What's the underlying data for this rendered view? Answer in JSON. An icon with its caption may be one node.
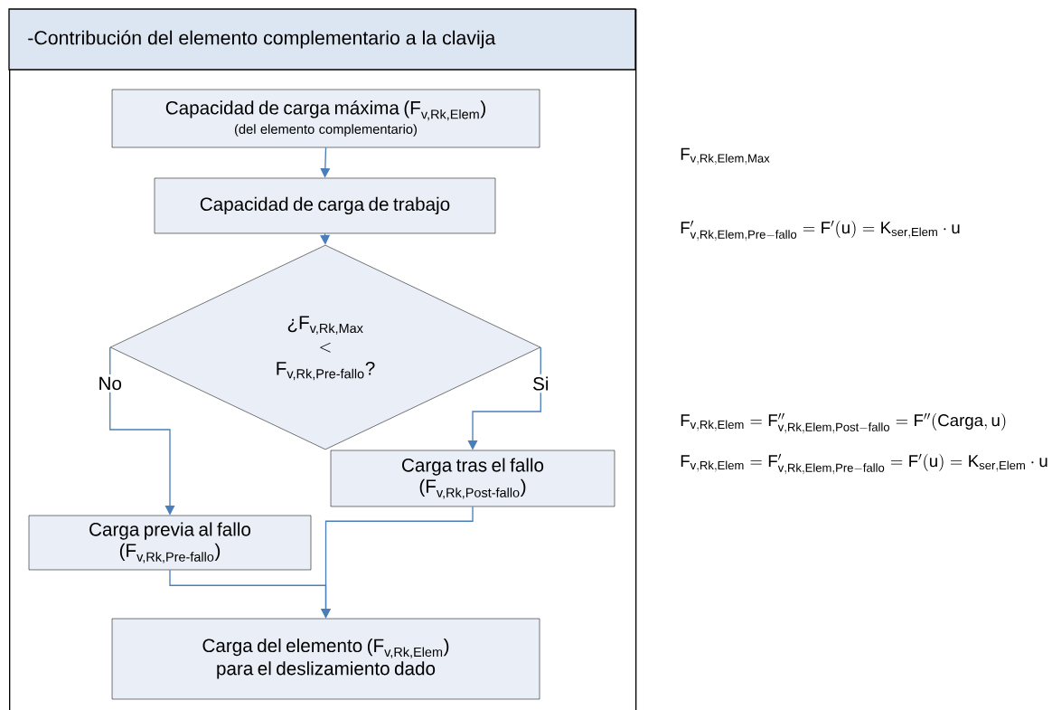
{
  "diagram": {
    "nodes": [
      {
        "text": [
          "-Contribución del elemento complementario a la clavija"
        ]
      },
      {
        "text": [
          "\\text{Capacidad de carga máxima (F}_{\\text{v,Rk,Elem}}\\text{)}",
          "(del elemento complementario)"
        ],
        "in": 0
      },
      {
        "text": [
          "Capacidad de carga de trabajo"
        ],
        "in": 0
      },
      {
        "text": [
          "\\begin{array}{c}\\text{¿F}_{\\text{v,Rk,Max}}\\\\ < \\\\ \\text{F}_{\\text{v,Rk,Pre-fallo}}\\text{?}\\end{array}"
        ],
        "in": 0
      },
      {
        "text": [
          "Carga tras el fallo",
          "\\text{(F}_{\\text{v,Rk,Post-fallo}}\\text{)}"
        ],
        "in": 0
      },
      {
        "text": [
          "Carga previa al fallo",
          "\\text{(F}_{\\text{v,Rk,Pre-fallo}}\\text{)}"
        ],
        "in": 0
      },
      {
        "text": [
          "\\begin{array}{c}\\text{Carga del elemento (F}_{\\text{v,Rk,Elem}}\\text{)}\\\\ \\text{para el deslizamiento dado}\\end{array}"
        ],
        "in": 0
      }
    ],
    "edges": [
      {
        "from": 1,
        "to": 2,
        "arrow": "to"
      },
      {
        "from": 2,
        "to": 3,
        "arrow": "to"
      },
      {
        "from": 3,
        "to": 5,
        "arrow": "to",
        "label": "No"
      },
      {
        "from": 3,
        "to": 4,
        "arrow": "to",
        "label": "Si"
      },
      {
        "from": 5,
        "to": 6,
        "arrow": "to"
      },
      {
        "from": 4,
        "to": 6,
        "arrow": "to"
      }
    ],
    "labels": [
      "\\mathrm{F}_{\\mathrm{v,Rk,Elem,Max}}",
      "\\mathrm{F}'_{\\mathrm{v,Rk,Elem,Pre-fallo}} = \\mathrm{F}'(\\mathrm{u}) = \\mathrm{K}_{\\mathrm{ser,Elem}} \\cdot \\mathrm{u}",
      "\\mathrm{F}_{\\mathrm{v,Rk,Elem}} = \\mathrm{F}''_{\\mathrm{v,Rk,Elem,Post-fallo}} = \\mathrm{F}''(\\mathrm{Carga,u})",
      "\\mathrm{F}_{\\mathrm{v,Rk,Elem}} = \\mathrm{F}'_{\\mathrm{v,Rk,Elem,Pre-fallo}} = \\mathrm{F}'(\\mathrm{u}) = \\mathrm{K}_{\\mathrm{ser,Elem}} \\cdot \\mathrm{u}"
    ]
  }
}
